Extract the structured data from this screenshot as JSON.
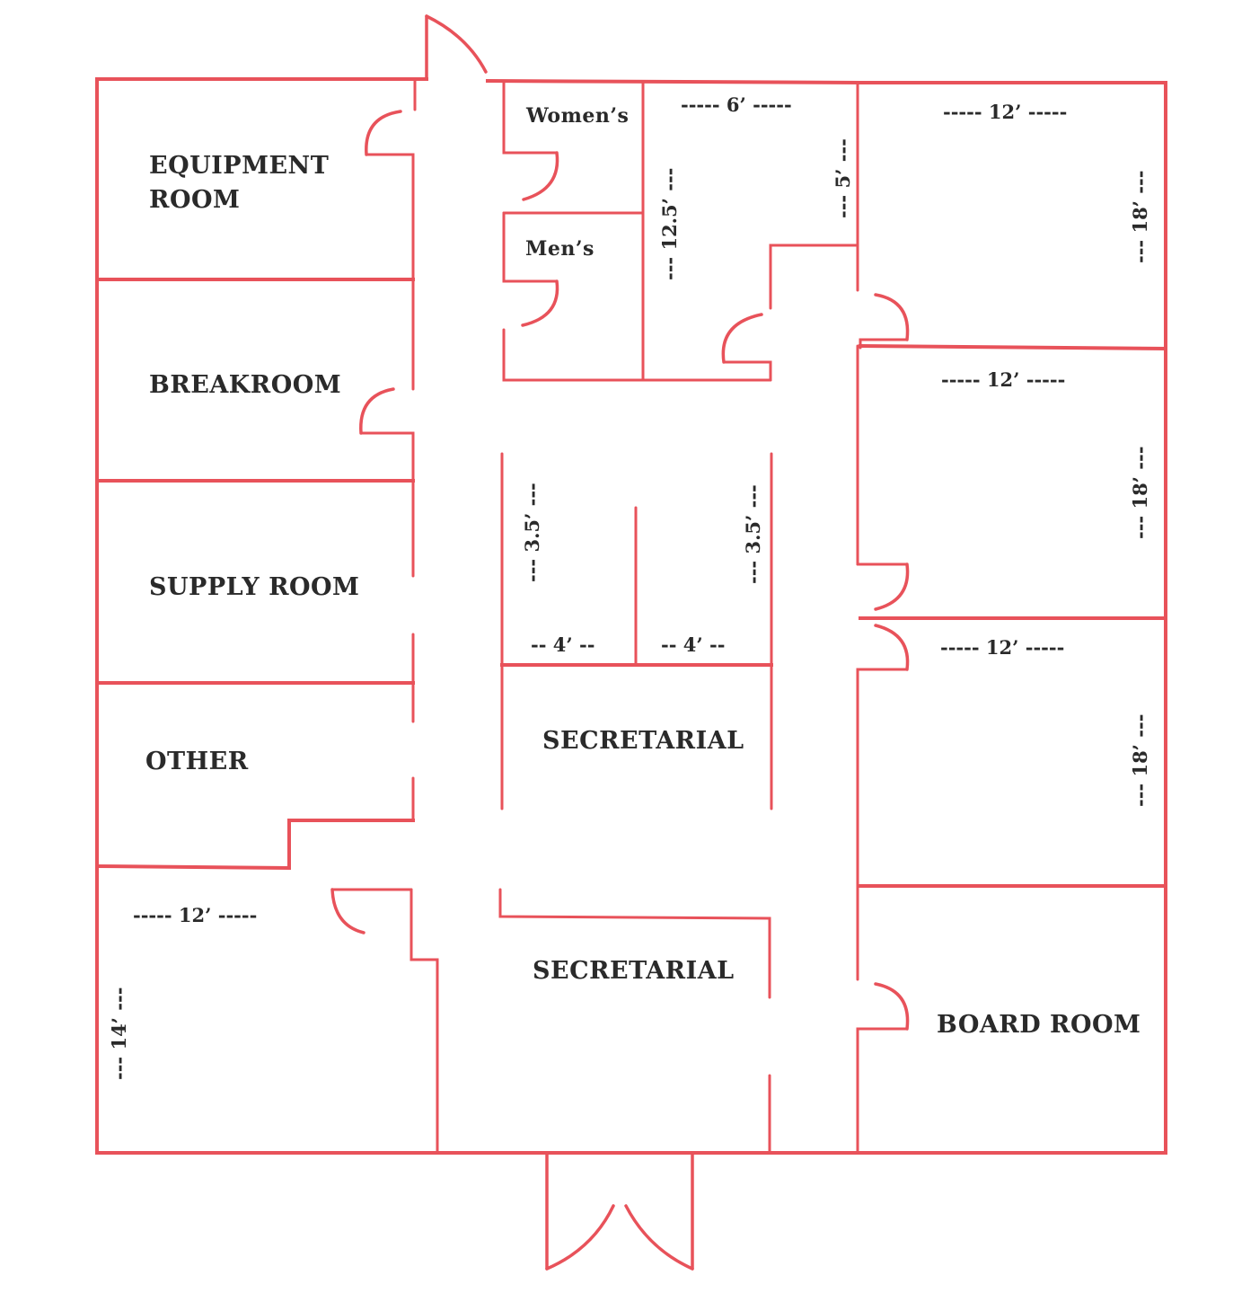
{
  "diagram": {
    "type": "floor-plan",
    "wall_color": "#e8525a",
    "text_color": "#2a2a2a"
  },
  "rooms": {
    "equipment_room": {
      "line1": "EQUIPMENT",
      "line2": "ROOM"
    },
    "breakroom": {
      "label": "BREAKROOM"
    },
    "supply_room": {
      "label": "SUPPLY ROOM"
    },
    "other": {
      "label": "OTHER"
    },
    "womens": {
      "label": "Women’s"
    },
    "mens": {
      "label": "Men’s"
    },
    "secretarial_1": {
      "label": "SECRETARIAL"
    },
    "secretarial_2": {
      "label": "SECRETARIAL"
    },
    "board_room": {
      "label": "BOARD ROOM"
    }
  },
  "dimensions": {
    "closet_width": "----- 6’ -----",
    "closet_length": "--- 12.5’ ---",
    "closet_notch": "--- 5’ ---",
    "office1_width": "----- 12’ -----",
    "office1_length": "--- 18’ ---",
    "office2_width": "----- 12’ -----",
    "office2_length": "--- 18’ ---",
    "office3_width": "----- 12’ -----",
    "office3_length": "--- 18’ ---",
    "cubicle_left_depth": "--- 3.5’ ---",
    "cubicle_right_depth": "--- 3.5’ ---",
    "cubicle_left_width": "-- 4’ --",
    "cubicle_right_width": "-- 4’ --",
    "sw_office_width": "----- 12’ -----",
    "sw_office_length": "--- 14’ ---"
  }
}
